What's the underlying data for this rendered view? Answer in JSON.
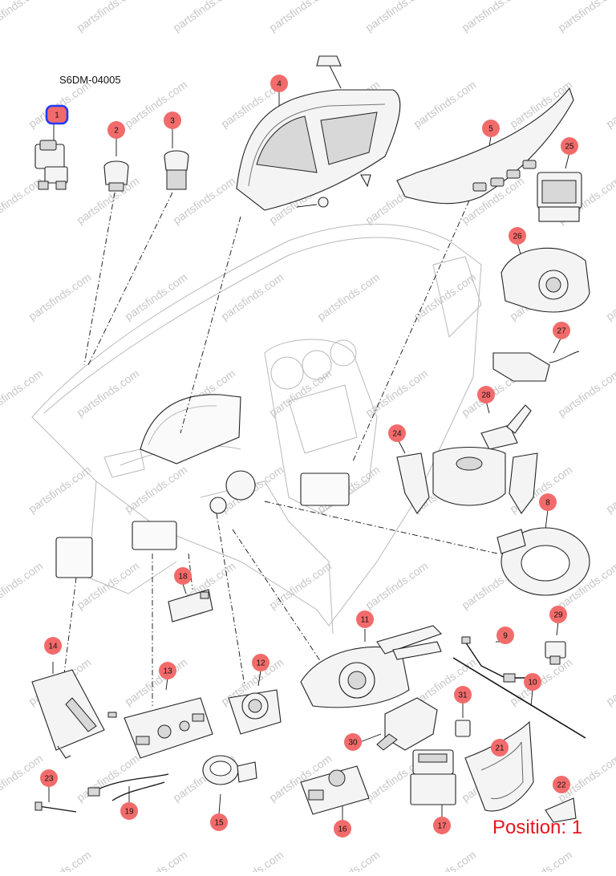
{
  "diagram": {
    "doc_code": "S6DM-04005",
    "position_label": "Position: 1",
    "watermark": "partsfinds.com",
    "highlight_color": "#1f3cff",
    "callout_color": "#f26b6b",
    "position_color": "#e8141c",
    "selected_callout": "1",
    "callouts": [
      {
        "id": "c1",
        "label": "1",
        "selected": true
      },
      {
        "id": "c2",
        "label": "2"
      },
      {
        "id": "c3",
        "label": "3"
      },
      {
        "id": "c4",
        "label": "4"
      },
      {
        "id": "c5",
        "label": "5"
      },
      {
        "id": "c8",
        "label": "8"
      },
      {
        "id": "c9",
        "label": "9"
      },
      {
        "id": "c10",
        "label": "10"
      },
      {
        "id": "c11",
        "label": "11"
      },
      {
        "id": "c12",
        "label": "12"
      },
      {
        "id": "c13",
        "label": "13"
      },
      {
        "id": "c14",
        "label": "14"
      },
      {
        "id": "c15",
        "label": "15"
      },
      {
        "id": "c16",
        "label": "16"
      },
      {
        "id": "c17",
        "label": "17"
      },
      {
        "id": "c18",
        "label": "18"
      },
      {
        "id": "c19",
        "label": "19"
      },
      {
        "id": "c21",
        "label": "21"
      },
      {
        "id": "c22",
        "label": "22"
      },
      {
        "id": "c23",
        "label": "23"
      },
      {
        "id": "c24",
        "label": "24"
      },
      {
        "id": "c25",
        "label": "25"
      },
      {
        "id": "c26",
        "label": "26"
      },
      {
        "id": "c27",
        "label": "27"
      },
      {
        "id": "c28",
        "label": "28"
      },
      {
        "id": "c29",
        "label": "29"
      },
      {
        "id": "c30",
        "label": "30"
      },
      {
        "id": "c31",
        "label": "31"
      }
    ]
  }
}
